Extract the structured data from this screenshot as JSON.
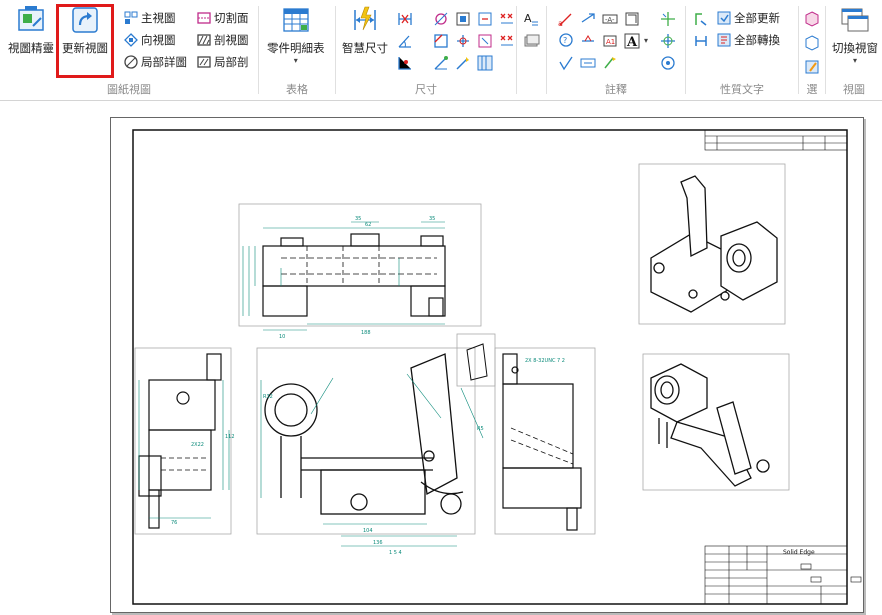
{
  "ribbon": {
    "drawing_views": {
      "group_label": "圖紙視圖",
      "view_wizard_label": "視圖精靈",
      "update_views_label": "更新視圖",
      "principal_label": "主視圖",
      "auxiliary_label": "向視圖",
      "detail_label": "局部詳圖",
      "cutting_plane_label": "切割面",
      "section_label": "剖視圖",
      "broken_out_label": "局部剖"
    },
    "tables": {
      "group_label": "表格",
      "parts_list_label": "零件明細表"
    },
    "dimension": {
      "group_label": "尺寸",
      "smart_dimension_label": "智慧尺寸"
    },
    "annotation": {
      "group_label": "註釋"
    },
    "property_text": {
      "group_label": "性質文字",
      "update_all_label": "全部更新",
      "convert_all_label": "全部轉換"
    },
    "select": {
      "group_label": "選"
    },
    "view": {
      "group_label": "視圖",
      "switch_windows_label": "切換視窗"
    }
  },
  "sheet": {
    "title_block": {
      "company": "Solid Edge"
    }
  },
  "colors": {
    "accent": "#1a6fc4",
    "highlight": "#e01a1a",
    "dimension": "#0a8a7a",
    "geometry": "#111111"
  }
}
